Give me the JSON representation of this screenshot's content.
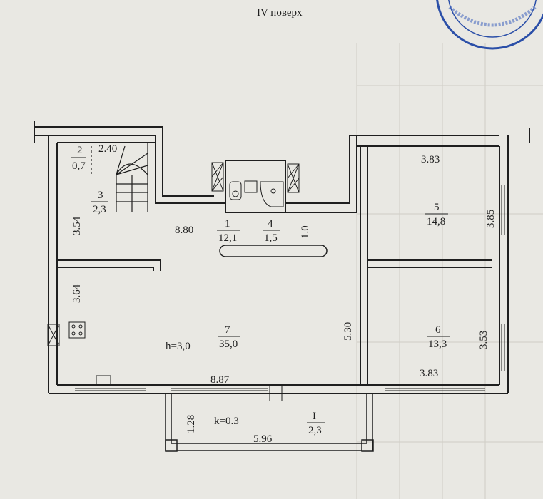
{
  "header": {
    "floor_label": "IV поверх"
  },
  "stamp": {
    "text": "…ний сертифікат АЕ … інвентаризації та …",
    "color": "#2b4fa8"
  },
  "rooms": [
    {
      "number": "1",
      "area": "12,1"
    },
    {
      "number": "2",
      "area": "0,7"
    },
    {
      "number": "3",
      "area": "2,3"
    },
    {
      "number": "4",
      "area": "1,5"
    },
    {
      "number": "5",
      "area": "14,8"
    },
    {
      "number": "6",
      "area": "13,3"
    },
    {
      "number": "7",
      "area": "35,0"
    },
    {
      "number": "I",
      "area": "2,3"
    }
  ],
  "dimensions": {
    "stair_width": "2.40",
    "corridor_length": "8.80",
    "corridor_width": "1.0",
    "left_upper": "3.54",
    "left_lower": "3.64",
    "room5_width": "3.83",
    "room5_depth": "3.85",
    "room6_width": "3.83",
    "room6_depth": "3.53",
    "partition": "5.30",
    "bottom_length": "8.87",
    "balcony_depth": "1.28",
    "balcony_length": "5.96"
  },
  "annotations": {
    "height": "h=3,0",
    "coefficient": "k=0.3"
  },
  "colors": {
    "paper": "#e9e8e3",
    "ink": "#1f1f1f",
    "stamp": "#2b4fa8"
  }
}
